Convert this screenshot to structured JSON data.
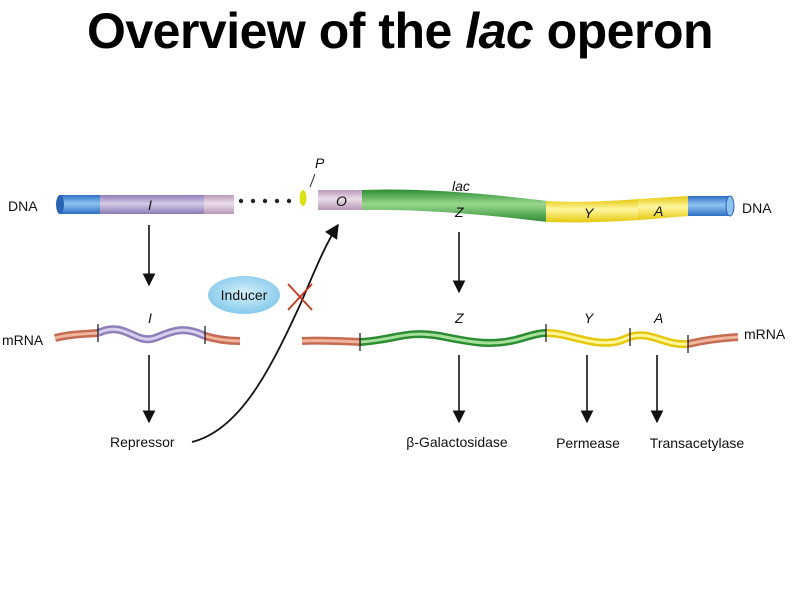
{
  "title": {
    "prefix": "Overview of the ",
    "italic": "lac",
    "suffix": " operon"
  },
  "dna": {
    "label_left": "DNA",
    "label_right": "DNA",
    "gene_i": "I",
    "promoter": "P",
    "operator": "O",
    "operon_name": "lac",
    "gene_z": "Z",
    "gene_y": "Y",
    "gene_a": "A"
  },
  "mrna": {
    "label_left": "mRNA",
    "label_right": "mRNA",
    "gene_i": "I",
    "gene_z": "Z",
    "gene_y": "Y",
    "gene_a": "A"
  },
  "proteins": {
    "repressor": "Repressor",
    "z": "β-Galactosidase",
    "y": "Permease",
    "a": "Transacetylase"
  },
  "inducer": "Inducer",
  "colors": {
    "blue": "#3f86d8",
    "purple": "#a593c8",
    "green": "#3fa33f",
    "yellow": "#f2e21c",
    "orange": "#e08a66",
    "inducer": "#8fd0ee",
    "promoter": "#d7e21a",
    "x_mark": "#c0391b"
  }
}
